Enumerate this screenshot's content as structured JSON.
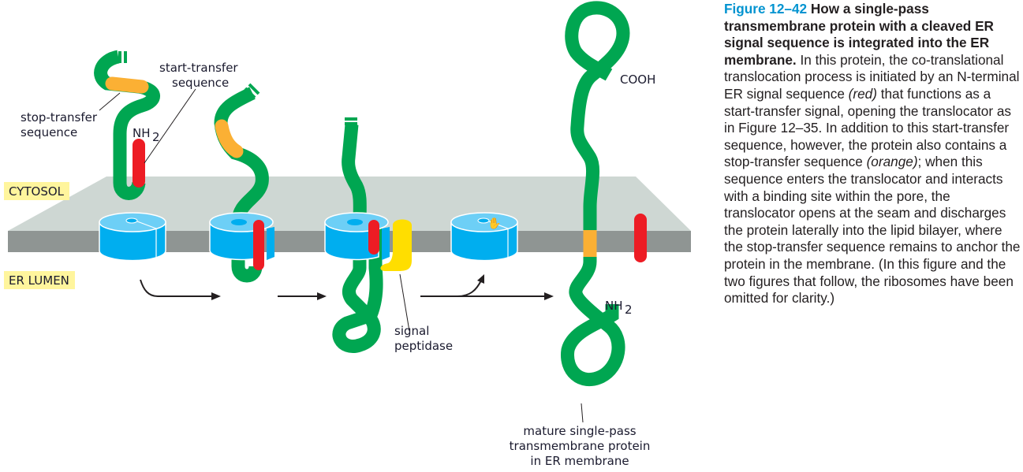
{
  "figure": {
    "number": "Figure 12–42",
    "title": "How a single-pass transmembrane protein with a cleaved ER signal sequence is integrated into the ER membrane.",
    "caption_parts": [
      {
        "text": " In this protein, the co-translational translocation process is initiated by an N-terminal ER signal sequence ",
        "style": "normal"
      },
      {
        "text": "(red)",
        "style": "italic"
      },
      {
        "text": " that functions as a start-transfer signal, opening the translocator as in Figure 12–35. In addition to this start-transfer sequence, however, the protein also contains a stop-transfer sequence ",
        "style": "normal"
      },
      {
        "text": "(orange)",
        "style": "italic"
      },
      {
        "text": "; when this sequence enters the translocator and interacts with a binding site within the pore, the translocator opens at the seam and discharges the protein laterally into the lipid bilayer, where the stop-transfer sequence remains to anchor the protein in the membrane. (In this figure and the two figures that follow, the ribosomes have been omitted for clarity.)",
        "style": "normal"
      }
    ]
  },
  "compartments": {
    "cytosol": "CYTOSOL",
    "er_lumen": "ER LUMEN"
  },
  "labels": {
    "start_transfer_1": "start-transfer",
    "start_transfer_2": "sequence",
    "stop_transfer_1": "stop-transfer",
    "stop_transfer_2": "sequence",
    "nh2_a": "NH",
    "nh2_sub": "2",
    "signal_peptidase_1": "signal",
    "signal_peptidase_2": "peptidase",
    "cooh": "COOH",
    "mature_1": "mature single-pass",
    "mature_2": "transmembrane protein",
    "mature_3": "in ER membrane"
  },
  "colors": {
    "polypeptide": "#00a651",
    "start_transfer_signal": "#ed1c24",
    "stop_transfer_signal": "#fbb034",
    "translocator": "#00aeef",
    "translocator_top": "#6dcff6",
    "signal_peptidase": "#ffde00",
    "membrane_top": "#ced7d3",
    "membrane_edge": "#8f9593",
    "label_bg": "#fff59d",
    "figure_number": "#0093d0"
  }
}
